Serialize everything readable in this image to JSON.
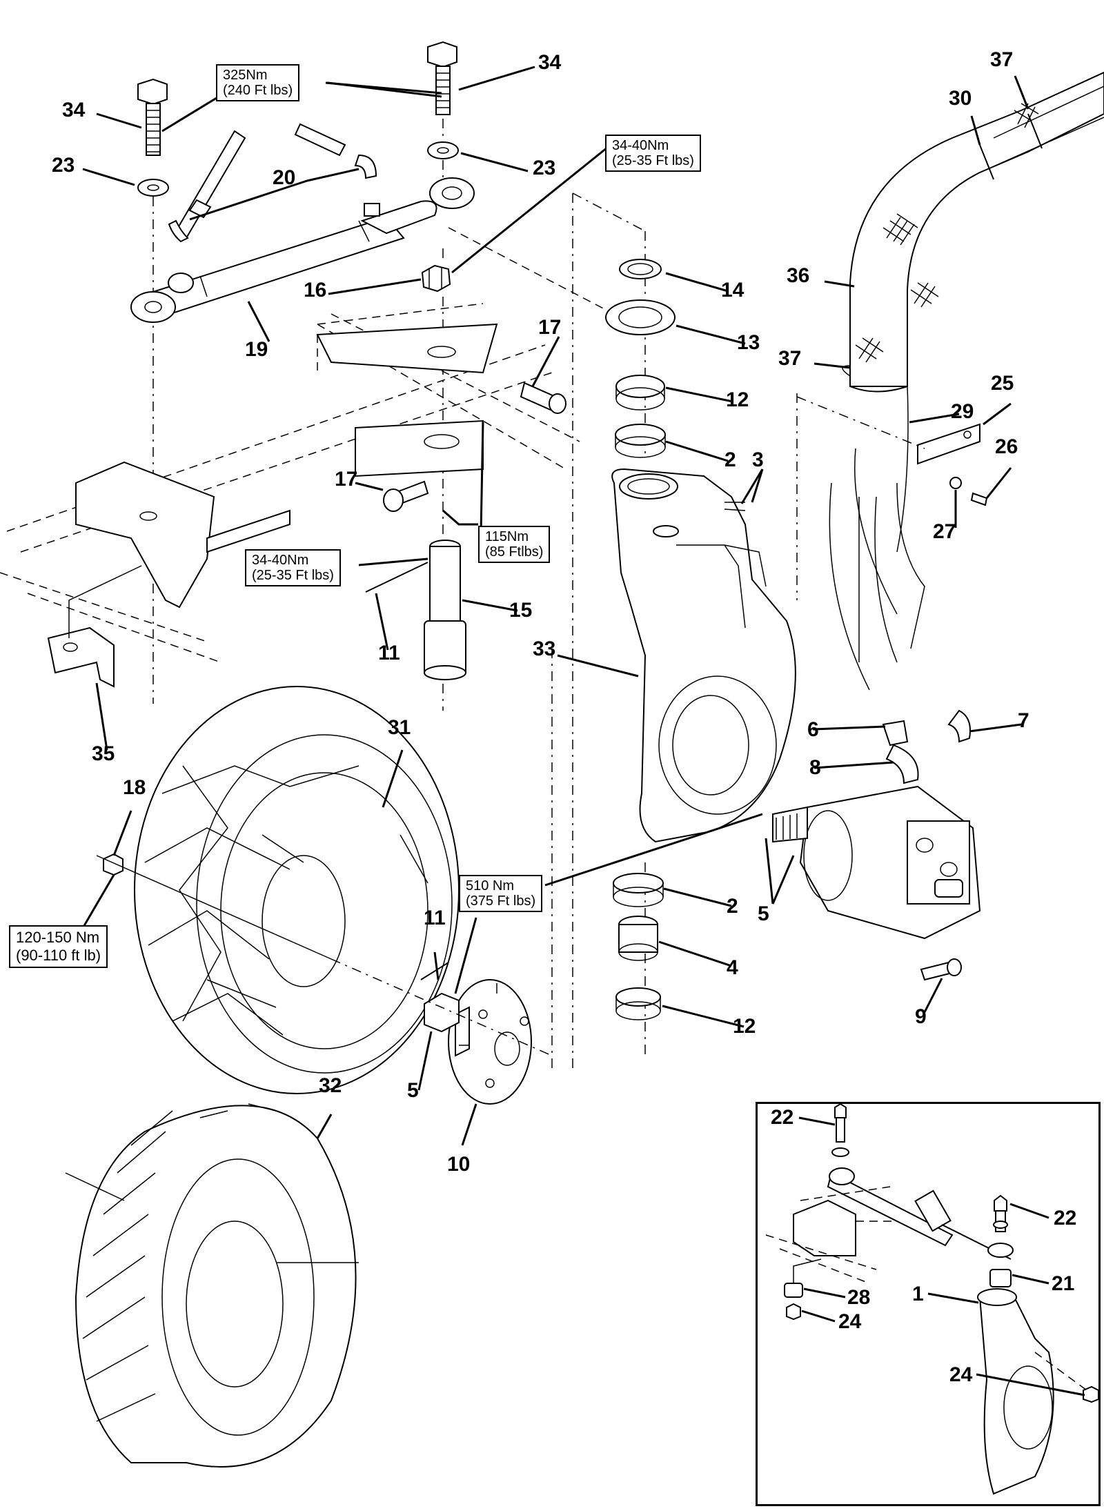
{
  "diagram": {
    "title": "Steer axle / wheel motor exploded parts view",
    "callouts": [
      {
        "id": "c34a",
        "label": "34"
      },
      {
        "id": "c34b",
        "label": "34"
      },
      {
        "id": "c23a",
        "label": "23"
      },
      {
        "id": "c23b",
        "label": "23"
      },
      {
        "id": "c20",
        "label": "20"
      },
      {
        "id": "c16",
        "label": "16"
      },
      {
        "id": "c19",
        "label": "19"
      },
      {
        "id": "c17a",
        "label": "17"
      },
      {
        "id": "c17b",
        "label": "17"
      },
      {
        "id": "c14",
        "label": "14"
      },
      {
        "id": "c13",
        "label": "13"
      },
      {
        "id": "c12a",
        "label": "12"
      },
      {
        "id": "c2a",
        "label": "2"
      },
      {
        "id": "c3",
        "label": "3"
      },
      {
        "id": "c36",
        "label": "36"
      },
      {
        "id": "c37a",
        "label": "37"
      },
      {
        "id": "c30",
        "label": "30"
      },
      {
        "id": "c37b",
        "label": "37"
      },
      {
        "id": "c25",
        "label": "25"
      },
      {
        "id": "c29",
        "label": "29"
      },
      {
        "id": "c26",
        "label": "26"
      },
      {
        "id": "c27",
        "label": "27"
      },
      {
        "id": "c33",
        "label": "33"
      },
      {
        "id": "c15",
        "label": "15"
      },
      {
        "id": "c11a",
        "label": "11"
      },
      {
        "id": "c35",
        "label": "35"
      },
      {
        "id": "c31",
        "label": "31"
      },
      {
        "id": "c18",
        "label": "18"
      },
      {
        "id": "c6",
        "label": "6"
      },
      {
        "id": "c7",
        "label": "7"
      },
      {
        "id": "c8",
        "label": "8"
      },
      {
        "id": "c2b",
        "label": "2"
      },
      {
        "id": "c5a",
        "label": "5"
      },
      {
        "id": "c4",
        "label": "4"
      },
      {
        "id": "c12b",
        "label": "12"
      },
      {
        "id": "c9",
        "label": "9"
      },
      {
        "id": "c11b",
        "label": "11"
      },
      {
        "id": "c5b",
        "label": "5"
      },
      {
        "id": "c10",
        "label": "10"
      },
      {
        "id": "c32",
        "label": "32"
      }
    ],
    "torque_specs": [
      {
        "id": "t1",
        "metric": "325Nm",
        "imperial": "(240 Ft lbs)"
      },
      {
        "id": "t2",
        "metric": "34-40Nm",
        "imperial": "(25-35 Ft lbs)"
      },
      {
        "id": "t3",
        "metric": "115Nm",
        "imperial": "(85 Ftlbs)"
      },
      {
        "id": "t4",
        "metric": "34-40Nm",
        "imperial": "(25-35 Ft lbs)"
      },
      {
        "id": "t5",
        "metric": "510 Nm",
        "imperial": "(375 Ft lbs)"
      },
      {
        "id": "t6",
        "metric": "120-150 Nm",
        "imperial": "(90-110 ft lb)"
      }
    ],
    "inset": {
      "callouts": [
        {
          "id": "i22a",
          "label": "22"
        },
        {
          "id": "i22b",
          "label": "22"
        },
        {
          "id": "i21",
          "label": "21"
        },
        {
          "id": "i1",
          "label": "1"
        },
        {
          "id": "i28",
          "label": "28"
        },
        {
          "id": "i24a",
          "label": "24"
        },
        {
          "id": "i24b",
          "label": "24"
        }
      ]
    }
  }
}
